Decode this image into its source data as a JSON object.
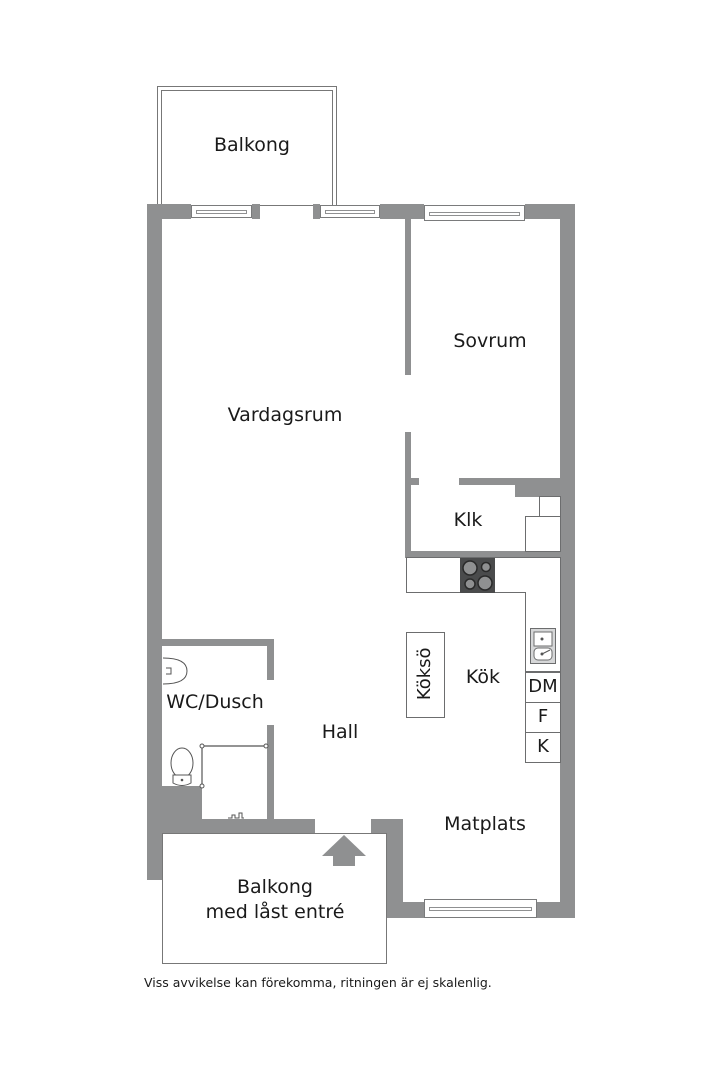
{
  "rooms": {
    "balkong_top": "Balkong",
    "vardagsrum": "Vardagsrum",
    "sovrum": "Sovrum",
    "klk": "Klk",
    "kok": "Kök",
    "koksö": "Köksö",
    "wc_dusch": "WC/Dusch",
    "hall": "Hall",
    "matplats": "Matplats",
    "balkong_entry_line1": "Balkong",
    "balkong_entry_line2": "med låst entré"
  },
  "appliances": {
    "dishwasher": "DM",
    "freezer": "F",
    "fridge": "K"
  },
  "icons": {
    "entry": "entry-arrow-icon",
    "stove": "stove-icon",
    "sink": "sink-icon",
    "toilet": "toilet-icon",
    "washbasin": "washbasin-icon",
    "shower": "shower-icon"
  },
  "colors": {
    "wall": "#8f9091",
    "stove": "#4a4b4c",
    "text": "#1a1a1a"
  },
  "footer": {
    "disclaimer": "Viss avvikelse kan förekomma, ritningen är ej skalenlig."
  }
}
